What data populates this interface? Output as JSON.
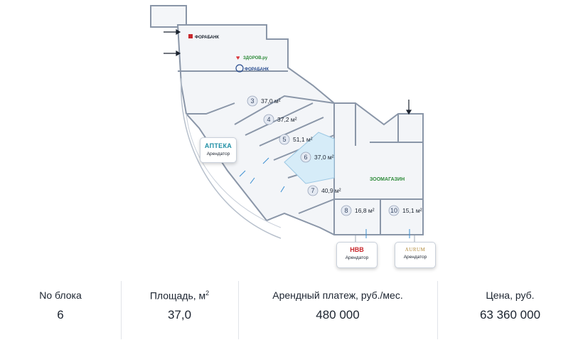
{
  "plan": {
    "units": [
      {
        "num": "3",
        "area": "37,0 м²"
      },
      {
        "num": "4",
        "area": "37,2 м²"
      },
      {
        "num": "5",
        "area": "51,1 м²"
      },
      {
        "num": "6",
        "area": "37,0 м²"
      },
      {
        "num": "7",
        "area": "40,9 м²"
      },
      {
        "num": "8",
        "area": "16,8 м²"
      },
      {
        "num": "10",
        "area": "15,1 м²"
      }
    ],
    "labels": {
      "forabank": "ФОРАБАНК",
      "zdorov": "ЗДОРОВ.ру",
      "forabank2": "ФОРАБАНК",
      "zoomagazin": "ЗООМАГАЗИН"
    },
    "tenants": {
      "apteka": {
        "name": "АПТЕКА",
        "role": "Арендатор"
      },
      "tenant_left": {
        "logo": "HBB",
        "role": "Арендатор"
      },
      "tenant_right": {
        "logo": "AURUM",
        "role": "Арендатор"
      }
    },
    "colors": {
      "highlight": "#d6ecf8",
      "wall": "#8a96a8",
      "accent_teal": "#1f8fa5",
      "zoomagazin": "#2e8b3a"
    }
  },
  "info": {
    "block": {
      "header": "No блока",
      "value": "6"
    },
    "area": {
      "header": "Площадь, м",
      "header_sup": "2",
      "value": "37,0"
    },
    "rent": {
      "header": "Арендный платеж, руб./мес.",
      "value": "480 000"
    },
    "price": {
      "header": "Цена, руб.",
      "value": "63 360 000"
    }
  }
}
